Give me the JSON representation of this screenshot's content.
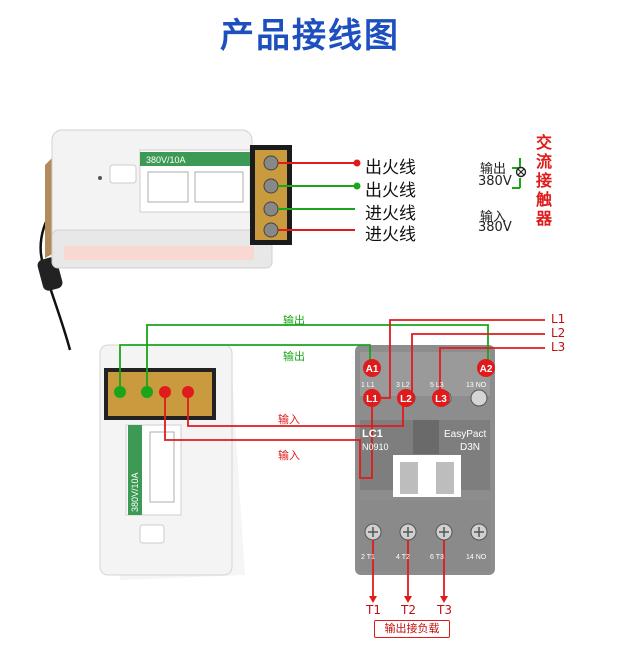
{
  "title": "产品接线图",
  "top_device": {
    "rating": "380V/10A",
    "terminal_labels": [
      "出火线",
      "出火线",
      "进火线",
      "进火线"
    ]
  },
  "contactor_legend": {
    "output_label": "输出",
    "output_voltage": "380V",
    "input_label": "输入",
    "input_voltage": "380V",
    "side_title": [
      "交",
      "流",
      "接",
      "触",
      "器"
    ]
  },
  "wiring": {
    "output_labels": [
      "输出",
      "输出"
    ],
    "input_labels": [
      "输入",
      "输入"
    ],
    "lines": [
      "L1",
      "L2",
      "L3"
    ],
    "loads": [
      "T1",
      "T2",
      "T3"
    ],
    "load_box": "输出接负载"
  },
  "bottom_device": {
    "rating": "380V/10A"
  },
  "contactor": {
    "terminals_top": [
      "A1",
      "A2"
    ],
    "terminals_mid": [
      "L1",
      "L2",
      "L3"
    ],
    "number_row_top": [
      "1 L1",
      "3 L2",
      "5 L3",
      "13 NO"
    ],
    "brand_left": "LC1",
    "model_left": "N0910",
    "brand_right": "EasyPact",
    "model_right": "D3N",
    "number_row_bottom": [
      "2 T1",
      "4 T2",
      "6 T3",
      "14 NO"
    ]
  },
  "colors": {
    "title": "#1d4fbf",
    "red": "#e01b1b",
    "green": "#1aa51a"
  }
}
